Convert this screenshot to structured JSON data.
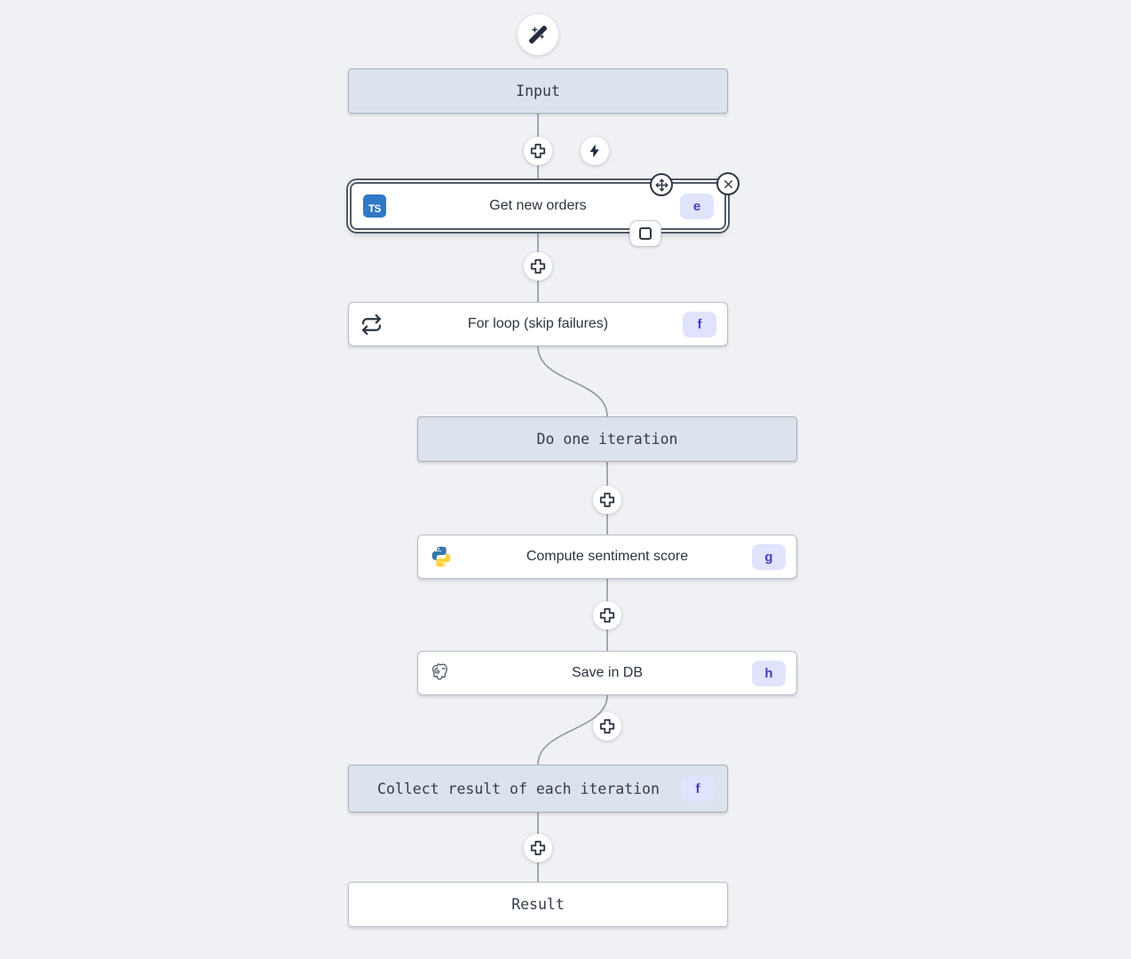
{
  "app": {
    "name": "workflow-editor-canvas"
  },
  "colors": {
    "canvas_bg": "#eff1f4",
    "edge": "#8f97a1",
    "virtual_node_bg": "#dce3ec",
    "selected_border": "#4e5866",
    "badge_bg": "#dfe3fb",
    "badge_text": "#3f3fc0",
    "typescript_blue": "#3178c6",
    "python_blue": "#3776ab",
    "python_yellow": "#ffd43b",
    "icon_dark": "#232d3f"
  },
  "toolbar": {
    "ai_wand_icon": "wand-sparkles-icon",
    "insert_icon": "plus-icon",
    "trigger_icon": "zap-icon"
  },
  "selected_controls": {
    "move_icon": "move-icon",
    "close_icon": "close-icon",
    "stop_icon": "square-icon"
  },
  "nodes": {
    "input": {
      "label": "Input",
      "type": "virtual"
    },
    "get_new_orders": {
      "label": "Get new orders",
      "badge": "e",
      "icon_text": "TS",
      "language": "typescript",
      "selected": true
    },
    "for_loop": {
      "label": "For loop (skip failures)",
      "badge": "f",
      "icon": "repeat-icon"
    },
    "do_one_iteration": {
      "label": "Do one iteration",
      "type": "virtual"
    },
    "compute_sentiment_score": {
      "label": "Compute sentiment score",
      "badge": "g",
      "icon": "python-icon",
      "language": "python"
    },
    "save_in_db": {
      "label": "Save in DB",
      "badge": "h",
      "icon": "postgresql-icon",
      "language": "postgresql"
    },
    "collect_result": {
      "label": "Collect result of each iteration",
      "badge": "f",
      "type": "virtual"
    },
    "result": {
      "label": "Result",
      "type": "virtual"
    }
  }
}
